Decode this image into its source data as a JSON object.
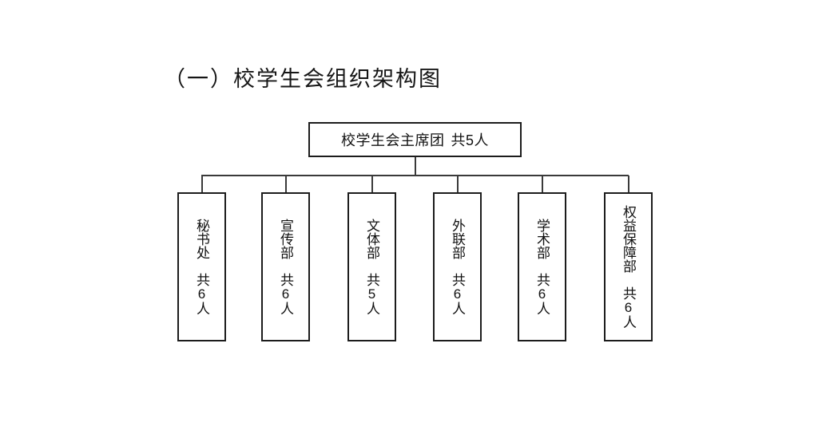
{
  "title": "（一）校学生会组织架构图",
  "org_chart": {
    "root": {
      "label": "校学生会主席团",
      "count": "共5人"
    },
    "departments": [
      {
        "name": "秘书处",
        "count": "共6人"
      },
      {
        "name": "宣传部",
        "count": "共6人"
      },
      {
        "name": "文体部",
        "count": "共5人"
      },
      {
        "name": "外联部",
        "count": "共6人"
      },
      {
        "name": "学术部",
        "count": "共6人"
      },
      {
        "name": "权益保障部",
        "count": "共6人"
      }
    ]
  },
  "colors": {
    "background": "#ffffff",
    "box_border": "#1c1c1c",
    "connector_line": "#3a3a3a",
    "text": "#111111"
  }
}
